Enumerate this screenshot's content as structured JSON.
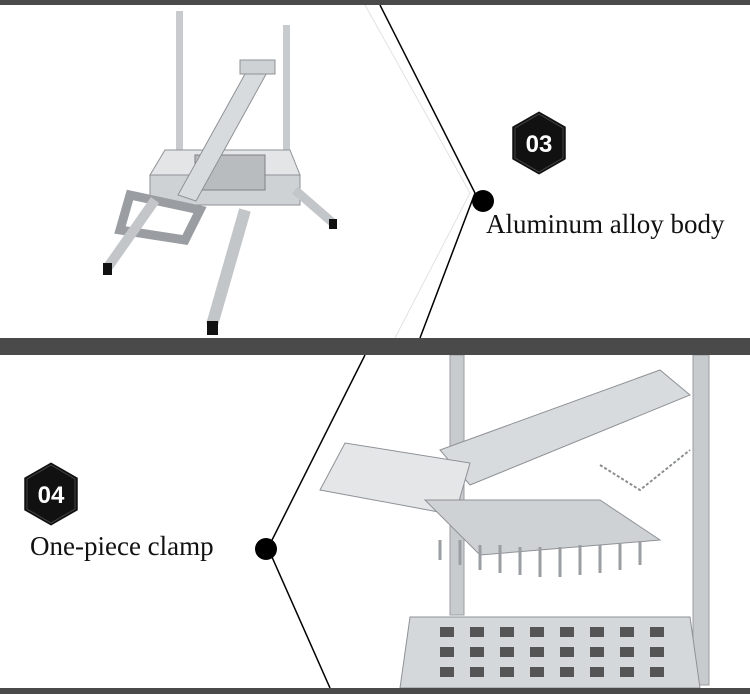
{
  "features": [
    {
      "number": "03",
      "caption": "Aluminum alloy body"
    },
    {
      "number": "04",
      "caption": "One-piece clamp"
    }
  ],
  "colors": {
    "bar": "#4a4a4a",
    "badge_fill": "#111111",
    "badge_ring": "#ffffff",
    "metal_light": "#d8dbde",
    "metal_dark": "#8e9296"
  },
  "icons": [
    "hexagon-badge-icon",
    "dot-marker-icon"
  ]
}
